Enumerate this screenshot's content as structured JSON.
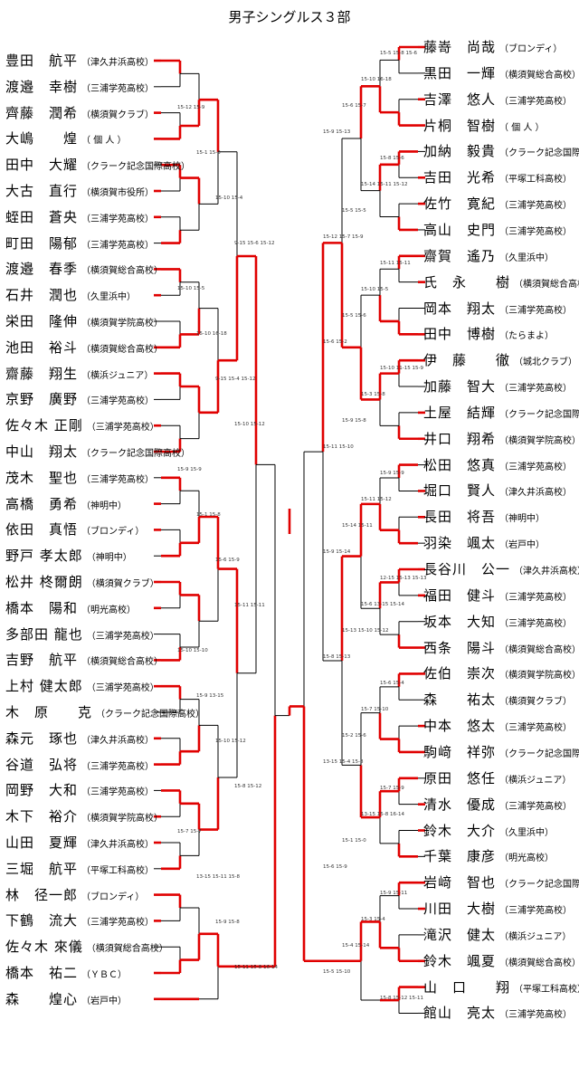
{
  "title": "男子シングルス３部",
  "left_players": [
    {
      "name": "豊田　航平",
      "club": "（津久井浜高校）"
    },
    {
      "name": "渡邉　幸樹",
      "club": "（三浦学苑高校）"
    },
    {
      "name": "齊藤　潤希",
      "club": "（横須賀クラブ）"
    },
    {
      "name": "大嶋　　煌",
      "club": "（ 個 人 ）"
    },
    {
      "name": "田中　大耀",
      "club": "（クラーク記念国際高校）"
    },
    {
      "name": "大古　直行",
      "club": "（横須賀市役所）"
    },
    {
      "name": "蛭田　蒼央",
      "club": "（三浦学苑高校）"
    },
    {
      "name": "町田　陽郁",
      "club": "（三浦学苑高校）"
    },
    {
      "name": "渡邉　春季",
      "club": "（横須賀総合高校）"
    },
    {
      "name": "石井　潤也",
      "club": "（久里浜中）"
    },
    {
      "name": "栄田　隆伸",
      "club": "（横須賀学院高校）"
    },
    {
      "name": "池田　裕斗",
      "club": "（横須賀総合高校）"
    },
    {
      "name": "齋藤　翔生",
      "club": "（横浜ジュニア）"
    },
    {
      "name": "京野　廣野",
      "club": "（三浦学苑高校）"
    },
    {
      "name": "佐々木 正剛",
      "club": "（三浦学苑高校）"
    },
    {
      "name": "中山　翔太",
      "club": "（クラーク記念国際高校）"
    },
    {
      "name": "茂木　聖也",
      "club": "（三浦学苑高校）"
    },
    {
      "name": "高橋　勇希",
      "club": "（神明中）"
    },
    {
      "name": "依田　真悟",
      "club": "（ブロンディ）"
    },
    {
      "name": "野戸 孝太郎",
      "club": "（神明中）"
    },
    {
      "name": "松井 柊爾朗",
      "club": "（横須賀クラブ）"
    },
    {
      "name": "橋本　陽和",
      "club": "（明光高校）"
    },
    {
      "name": "多部田 龍也",
      "club": "（三浦学苑高校）"
    },
    {
      "name": "吉野　航平",
      "club": "（横須賀総合高校）"
    },
    {
      "name": "上村 健太郎",
      "club": "（三浦学苑高校）"
    },
    {
      "name": "木　原　　克",
      "club": "（クラーク記念国際高校）"
    },
    {
      "name": "森元　琢也",
      "club": "（津久井浜高校）"
    },
    {
      "name": "谷道　弘将",
      "club": "（三浦学苑高校）"
    },
    {
      "name": "岡野　大和",
      "club": "（三浦学苑高校）"
    },
    {
      "name": "木下　裕介",
      "club": "（横須賀学院高校）"
    },
    {
      "name": "山田　夏輝",
      "club": "（津久井浜高校）"
    },
    {
      "name": "三堀　航平",
      "club": "（平塚工科高校）"
    },
    {
      "name": "林　径一郎",
      "club": "（ブロンディ）"
    },
    {
      "name": "下鶴　流大",
      "club": "（三浦学苑高校）"
    },
    {
      "name": "佐々木 來儀",
      "club": "（横須賀総合高校）"
    },
    {
      "name": "橋本　祐二",
      "club": "（ＹＢＣ）"
    },
    {
      "name": "森　　煌心",
      "club": "（岩戸中）"
    }
  ],
  "right_players": [
    {
      "name": "藤嵜　尚哉",
      "club": "（ブロンディ）"
    },
    {
      "name": "黒田　一輝",
      "club": "（横須賀総合高校）"
    },
    {
      "name": "吉澤　悠人",
      "club": "（三浦学苑高校）"
    },
    {
      "name": "片桐　智樹",
      "club": "（ 個 人 ）"
    },
    {
      "name": "加納　毅貴",
      "club": "（クラーク記念国際高校）"
    },
    {
      "name": "吉田　光希",
      "club": "（平塚工科高校）"
    },
    {
      "name": "佐竹　寛紀",
      "club": "（三浦学苑高校）"
    },
    {
      "name": "高山　史門",
      "club": "（三浦学苑高校）"
    },
    {
      "name": "齋賀　遙乃",
      "club": "（久里浜中）"
    },
    {
      "name": "氏　永　　樹",
      "club": "（横須賀総合高校）"
    },
    {
      "name": "岡本　翔太",
      "club": "（三浦学苑高校）"
    },
    {
      "name": "田中　博樹",
      "club": "（たらまよ）"
    },
    {
      "name": "伊　藤　　徹",
      "club": "（城北クラブ）"
    },
    {
      "name": "加藤　智大",
      "club": "（三浦学苑高校）"
    },
    {
      "name": "土屋　結輝",
      "club": "（クラーク記念国際高校）"
    },
    {
      "name": "井口　翔希",
      "club": "（横須賀学院高校）"
    },
    {
      "name": "松田　悠真",
      "club": "（三浦学苑高校）"
    },
    {
      "name": "堀口　賢人",
      "club": "（津久井浜高校）"
    },
    {
      "name": "長田　将吾",
      "club": "（神明中）"
    },
    {
      "name": "羽染　颯太",
      "club": "（岩戸中）"
    },
    {
      "name": "長谷川　公一",
      "club": "（津久井浜高校）"
    },
    {
      "name": "福田　健斗",
      "club": "（三浦学苑高校）"
    },
    {
      "name": "坂本　大知",
      "club": "（三浦学苑高校）"
    },
    {
      "name": "西条　陽斗",
      "club": "（横須賀総合高校）"
    },
    {
      "name": "佐伯　崇次",
      "club": "（横須賀学院高校）"
    },
    {
      "name": "森　　祐太",
      "club": "（横須賀クラブ）"
    },
    {
      "name": "中本　悠太",
      "club": "（三浦学苑高校）"
    },
    {
      "name": "駒﨑　祥弥",
      "club": "（クラーク記念国際高校）"
    },
    {
      "name": "原田　悠任",
      "club": "（横浜ジュニア）"
    },
    {
      "name": "清水　優成",
      "club": "（三浦学苑高校）"
    },
    {
      "name": "鈴木　大介",
      "club": "（久里浜中）"
    },
    {
      "name": "千葉　康彦",
      "club": "（明光高校）"
    },
    {
      "name": "岩﨑　智也",
      "club": "（クラーク記念国際高校）"
    },
    {
      "name": "川田　大樹",
      "club": "（三浦学苑高校）"
    },
    {
      "name": "滝沢　健太",
      "club": "（横浜ジュニア）"
    },
    {
      "name": "鈴木　颯夏",
      "club": "（横須賀総合高校）"
    },
    {
      "name": "山　口　　翔",
      "club": "（平塚工科高校）"
    },
    {
      "name": "館山　亮太",
      "club": "（三浦学苑高校）"
    }
  ],
  "match_scores": [
    "15-12 15-9",
    "15-1 15-3",
    "15-10 15-4",
    "9-15 15-6 15-12",
    "15-10 15-5",
    "15-10 16-18",
    "9-15 15-4 15-12",
    "15-10 15-12",
    "15-9 15-9",
    "15-1 15-8",
    "15-6 15-9",
    "15-11 15-11",
    "15-10 15-10",
    "15-9 13-15",
    "15-10 15-12",
    "15-8 15-12",
    "15-7 15-7",
    "13-15 15-11 15-8",
    "15-9 15-8",
    "15-11 15-8 16-14",
    "15-5 15-8 15-6",
    "15-10 16-18",
    "15-6 15-7",
    "15-9 15-13",
    "15-8 15-6",
    "15-14 15-11 15-12",
    "15-5 15-5",
    "15-12 15-7 15-9",
    "15-11 15-11",
    "15-10 15-5",
    "15-5 15-6",
    "15-6 15-2",
    "15-10 11-15 15-9",
    "15-3 15-8",
    "15-9 15-8",
    "15-11 15-10",
    "15-9 15-9",
    "15-11 15-12",
    "15-14 15-11",
    "15-9 15-14",
    "12-15 15-13 15-13",
    "15-6 13-15 15-14",
    "15-13 15-10 15-12",
    "15-8 15-13",
    "15-6 15-4",
    "15-7 15-10",
    "15-2 15-6",
    "13-15 15-4 15-8",
    "15-7 15-9",
    "13-15 15-8 16-14",
    "15-1 15-0",
    "15-6 15-9",
    "15-9 15-11",
    "15-3 15-4",
    "15-4 15-14",
    "15-5 15-10",
    "15-8 15-12 15-11"
  ]
}
